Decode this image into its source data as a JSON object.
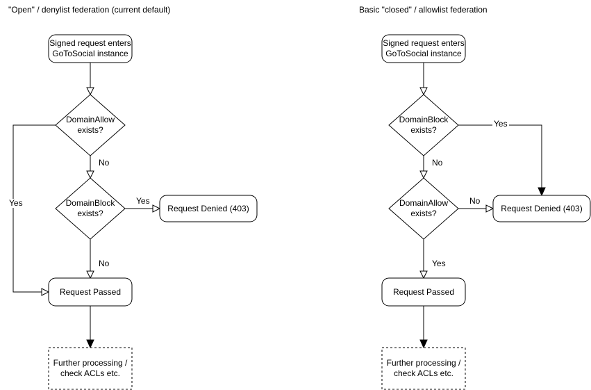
{
  "diagram": {
    "colors": {
      "stroke": "#000000",
      "text": "#000000",
      "background": "#ffffff"
    },
    "left": {
      "title": "\"Open\" / denylist federation (current default)",
      "start_label": "Signed request enters\nGoToSocial instance",
      "decision1_label": "DomainAllow\nexists?",
      "decision2_label": "DomainBlock\nexists?",
      "denied_label": "Request Denied (403)",
      "passed_label": "Request Passed",
      "further_label": "Further processing /\ncheck ACLs etc.",
      "edge_labels": {
        "d1_no": "No",
        "d1_yes": "Yes",
        "d2_yes": "Yes",
        "d2_no": "No"
      }
    },
    "right": {
      "title": "Basic \"closed\" / allowlist federation",
      "start_label": "Signed request enters\nGoToSocial instance",
      "decision1_label": "DomainBlock\nexists?",
      "decision2_label": "DomainAllow\nexists?",
      "denied_label": "Request Denied (403)",
      "passed_label": "Request Passed",
      "further_label": "Further processing /\ncheck ACLs etc.",
      "edge_labels": {
        "d1_yes": "Yes",
        "d1_no": "No",
        "d2_no": "No",
        "d2_yes": "Yes"
      }
    }
  }
}
